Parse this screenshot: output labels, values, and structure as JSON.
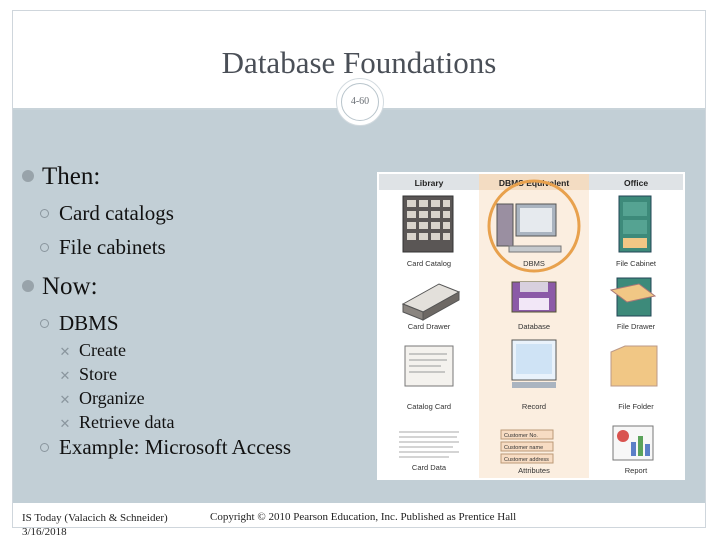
{
  "slide": {
    "title": "Database Foundations",
    "page_number": "4-60"
  },
  "bullets": {
    "then": "Then:",
    "then_items": [
      "Card catalogs",
      "File cabinets"
    ],
    "now": "Now:",
    "dbms": "DBMS",
    "dbms_items": [
      "Create",
      "Store",
      "Organize",
      "Retrieve data"
    ],
    "example": "Example: Microsoft Access"
  },
  "figure": {
    "headers": [
      "Library",
      "DBMS Equivalent",
      "Office"
    ],
    "rows": [
      [
        "Card Catalog",
        "DBMS",
        "File Cabinet"
      ],
      [
        "Card Drawer",
        "Database",
        "File Drawer"
      ],
      [
        "Catalog Card",
        "Record",
        "File Folder"
      ],
      [
        "Card Data",
        "Attributes",
        "Report"
      ]
    ],
    "attribute_fields": [
      "Customer No.",
      "Customer name",
      "Customer address"
    ]
  },
  "footer": {
    "left_line1": "IS Today (Valacich & Schneider)",
    "left_line2": "3/16/2018",
    "right": "Copyright © 2010 Pearson Education, Inc. Published as Prentice Hall"
  },
  "colors": {
    "body_bg": "#c2cfd6",
    "highlight_ring": "#e8a14d",
    "title_text": "#4a4f57"
  }
}
